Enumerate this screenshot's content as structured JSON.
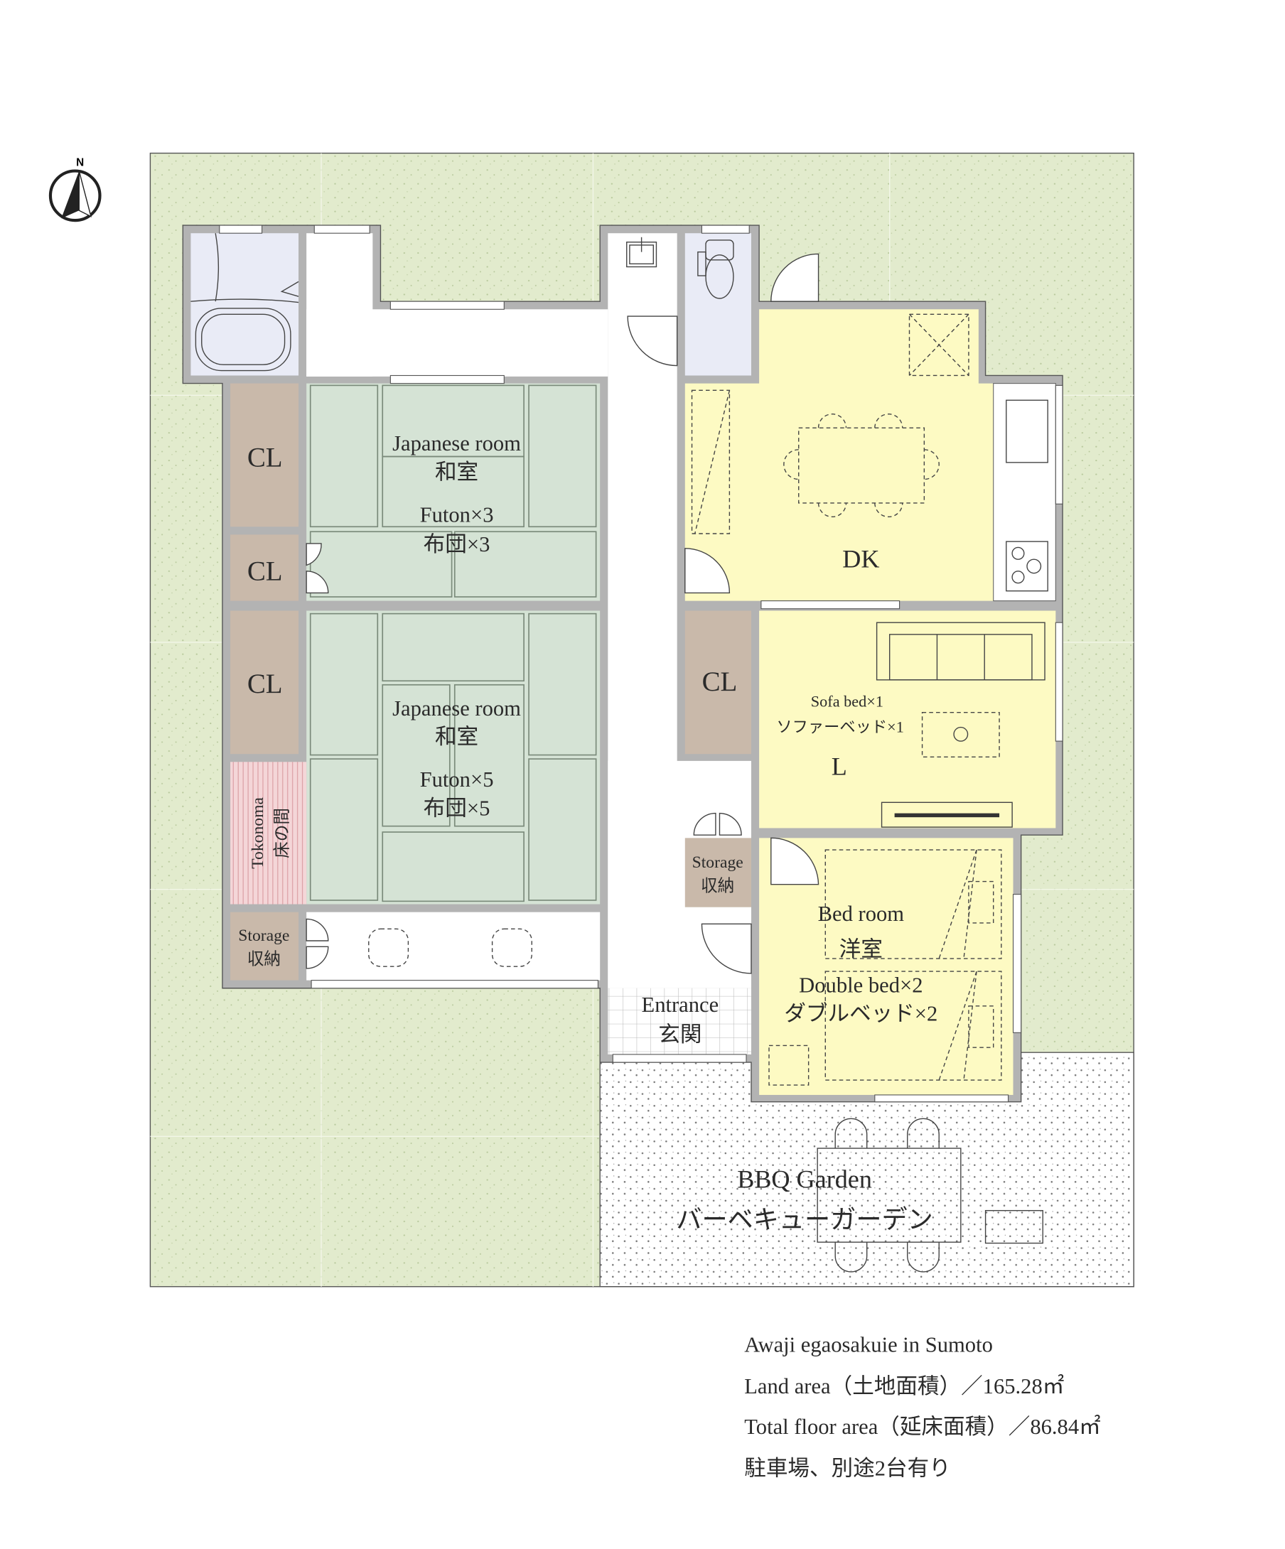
{
  "compass": {
    "label": "N"
  },
  "rooms": {
    "japanese1": {
      "en": "Japanese room",
      "jp": "和室",
      "futon_en": "Futon×3",
      "futon_jp": "布団×3"
    },
    "japanese2": {
      "en": "Japanese room",
      "jp": "和室",
      "futon_en": "Futon×5",
      "futon_jp": "布団×5"
    },
    "closets": [
      "CL",
      "CL",
      "CL",
      "CL"
    ],
    "tokonoma": {
      "en": "Tokonoma",
      "jp": "床の間"
    },
    "storage_left": {
      "en": "Storage",
      "jp": "収納"
    },
    "storage_right": {
      "en": "Storage",
      "jp": "収納"
    },
    "dk": {
      "label": "DK"
    },
    "living": {
      "sofa_en": "Sofa bed×1",
      "sofa_jp": "ソファーベッド×1",
      "label": "L"
    },
    "bedroom": {
      "en": "Bed room",
      "jp": "洋室",
      "bed_en": "Double bed×2",
      "bed_jp": "ダブルベッド×2"
    },
    "entrance": {
      "en": "Entrance",
      "jp": "玄関"
    },
    "bbq": {
      "en": "BBQ Garden",
      "jp": "バーベキューガーデン"
    }
  },
  "info": {
    "name": "Awaji egaosakuie in Sumoto",
    "land_area": "Land area（土地面積）／165.28㎡",
    "floor_area": "Total floor area（延床面積）／86.84㎡",
    "parking": "駐車場、別途2台有り"
  },
  "colors": {
    "lawn": "#e2ebcd",
    "tatami": "#d5e3d5",
    "western": "#fdfac3",
    "closet": "#c9b9aa",
    "wet": "#e9ebf6",
    "tokonoma": "#f4d6d8",
    "wall": "#b3b3b3"
  }
}
